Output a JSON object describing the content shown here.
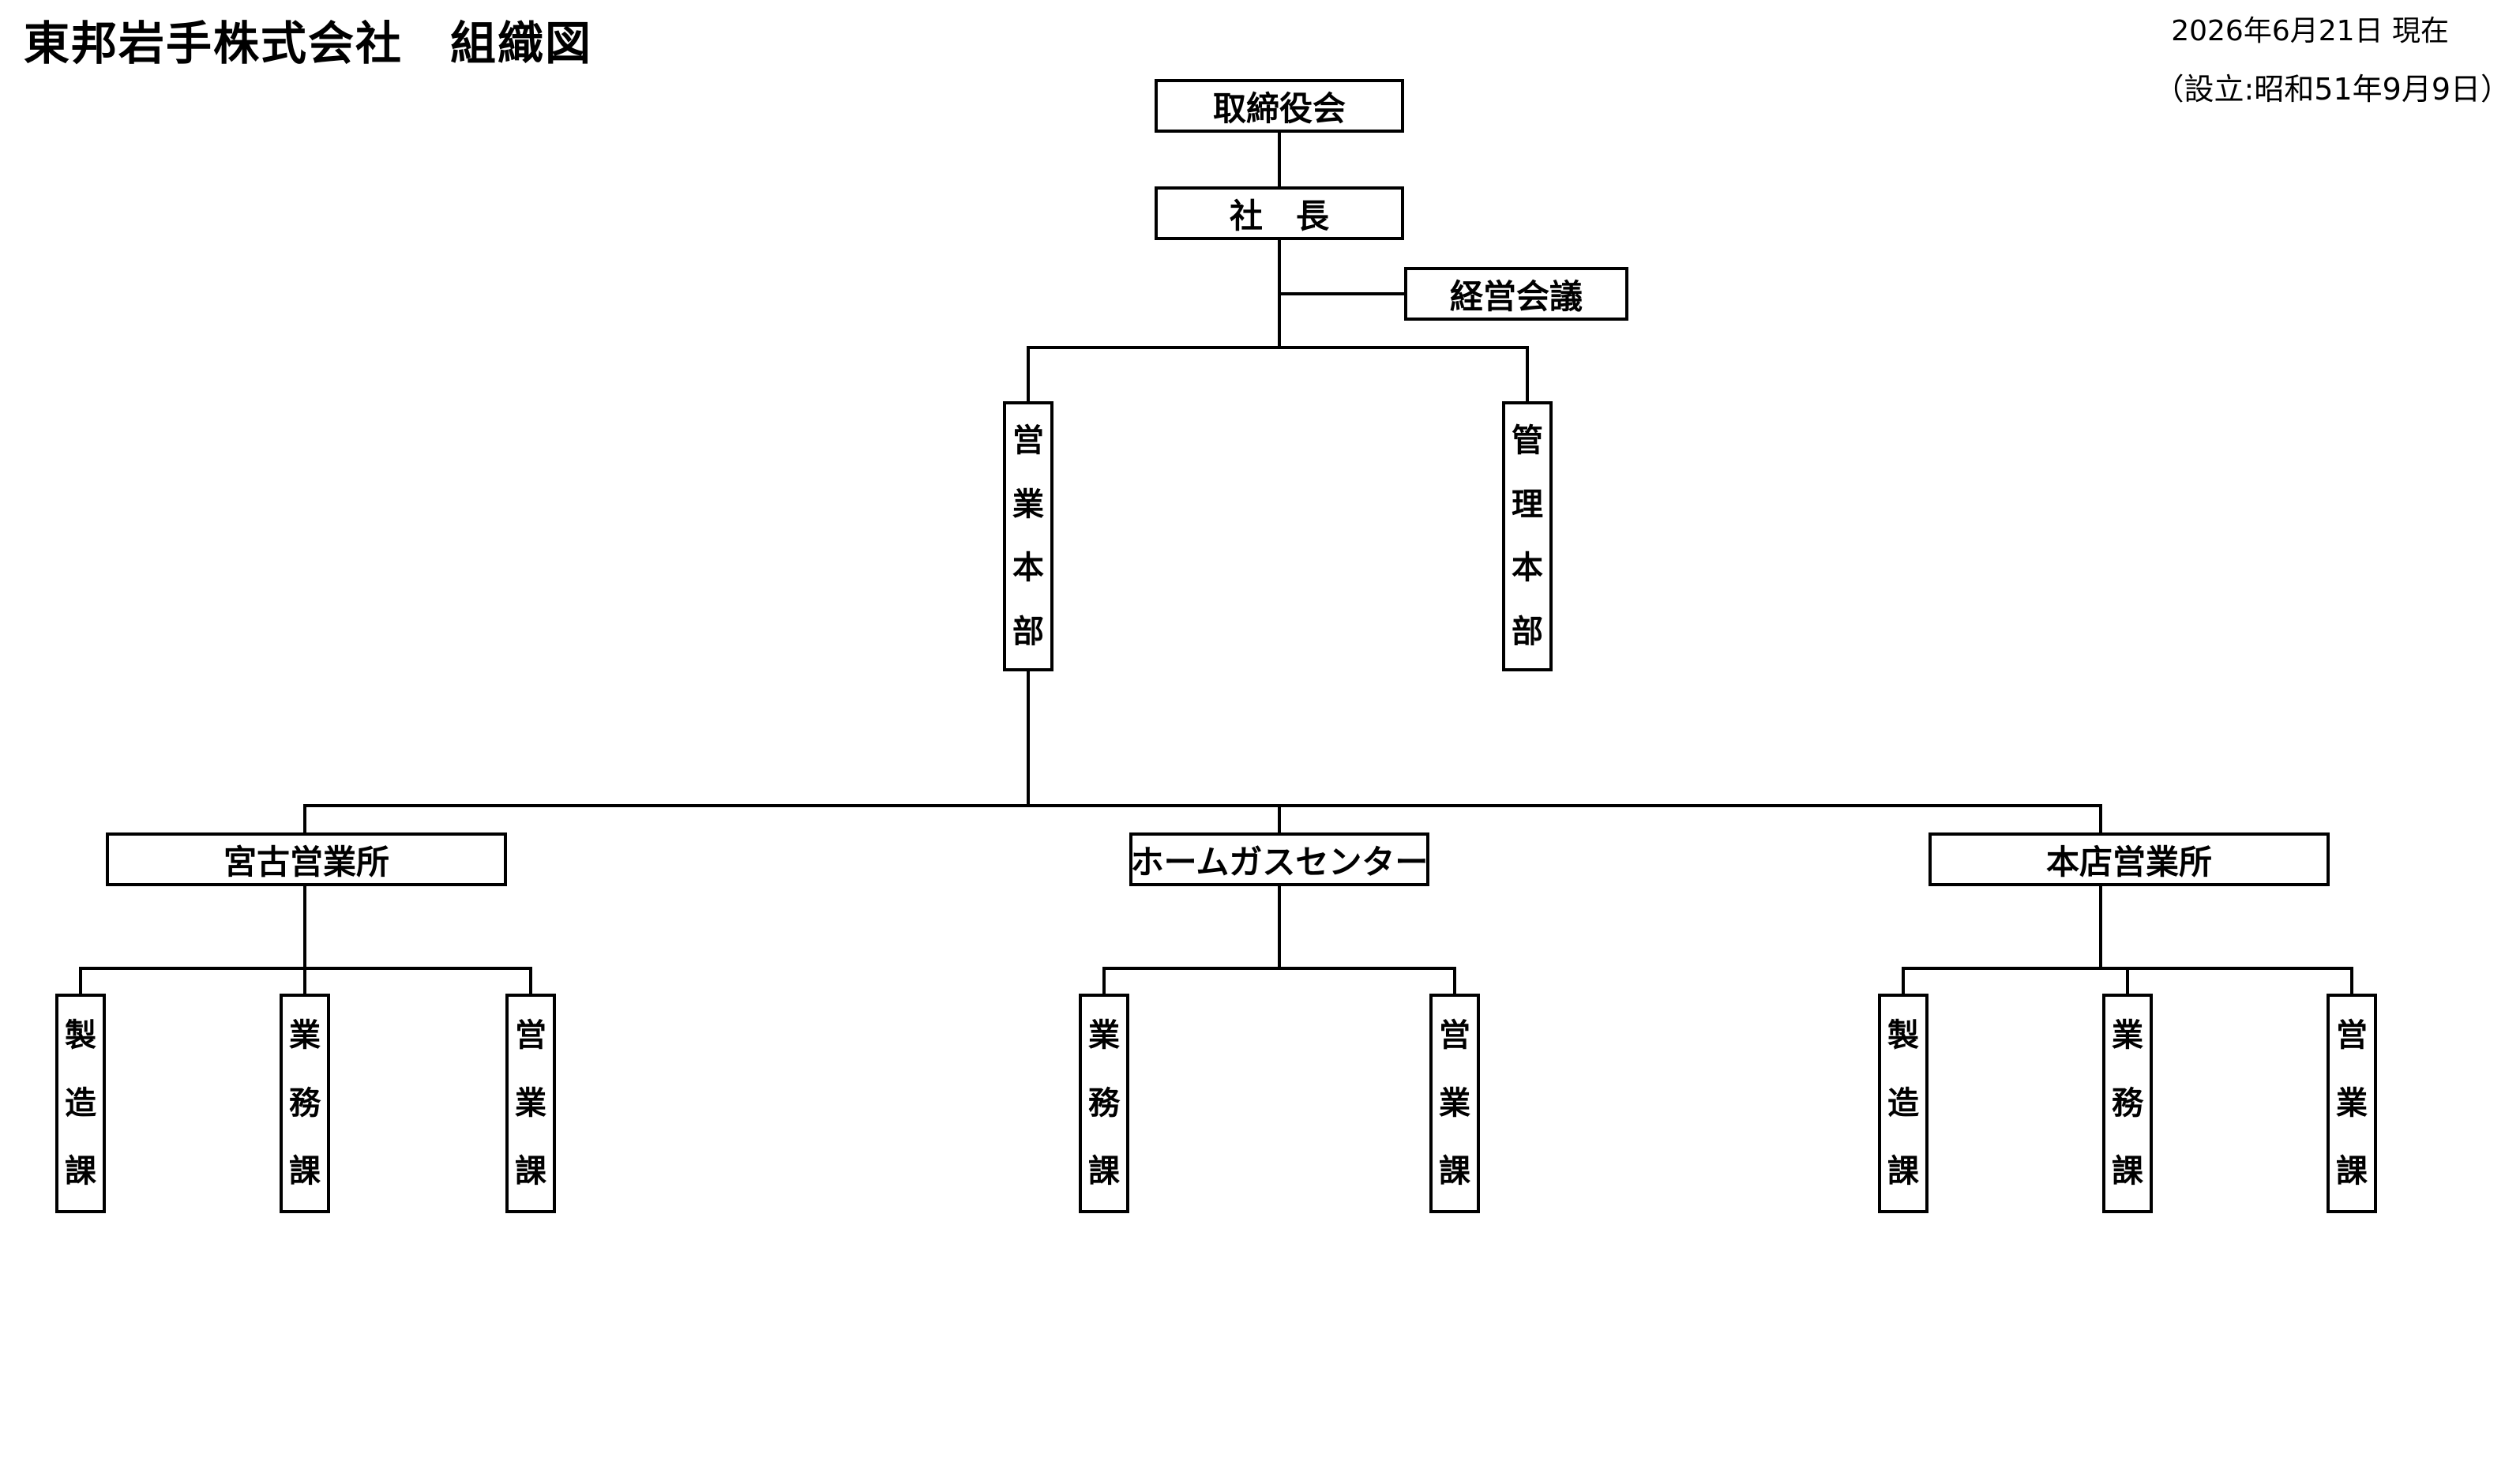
{
  "header": {
    "title": "東邦岩手株式会社　組織図",
    "date": "2026年6月21日 現在",
    "founded": "（設立:昭和51年9月9日）"
  },
  "nodes": {
    "board": "取締役会",
    "president": "社　長",
    "council": "経営会議",
    "sales_hq": "営業本部",
    "admin_hq": "管理本部",
    "miyako": "宮古営業所",
    "homegas": "ホームガスセンター",
    "honten": "本店営業所",
    "miyako_mfg": "製造課",
    "miyako_ops": "業務課",
    "miyako_sales": "営業課",
    "homegas_ops": "業務課",
    "homegas_sales": "営業課",
    "honten_mfg": "製造課",
    "honten_ops": "業務課",
    "honten_sales": "営業課"
  }
}
